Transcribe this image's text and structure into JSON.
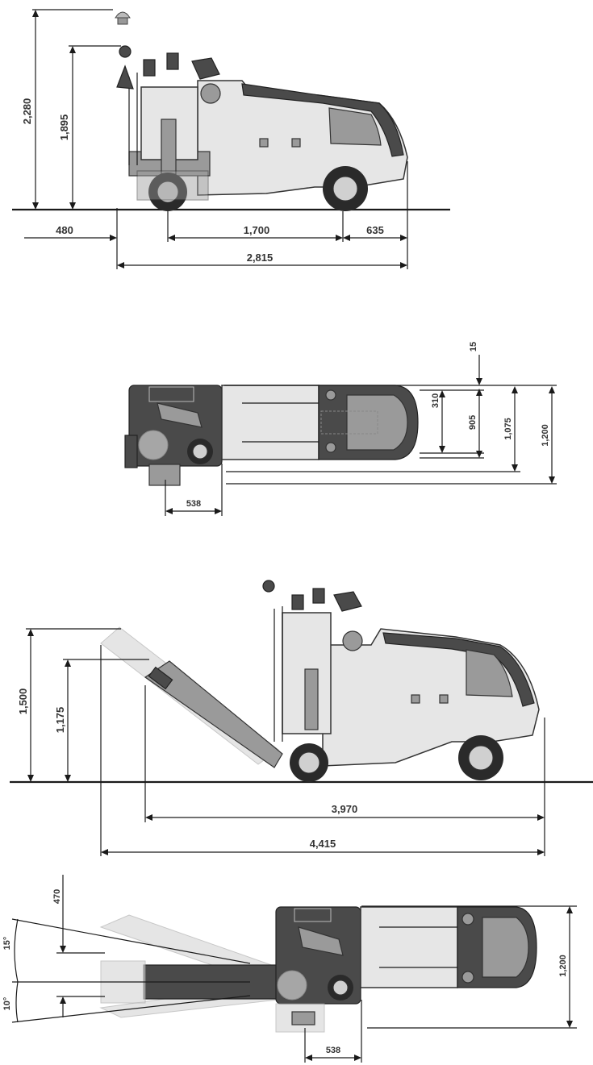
{
  "views": {
    "side_top": {
      "dims": {
        "beacon_height": "2,280",
        "cab_height": "1,895",
        "front_overhang": "480",
        "wheelbase": "1,700",
        "rear_overhang": "635",
        "overall_length": "2,815"
      }
    },
    "plan_top": {
      "dims": {
        "offset": "15",
        "width_a": "310",
        "width_b": "905",
        "width_c": "1,075",
        "width_d": "1,200",
        "drum_offset": "538"
      }
    },
    "side_conveyor": {
      "dims": {
        "discharge_high": "1,500",
        "discharge_low": "1,175",
        "length_short": "3,970",
        "length_long": "4,415"
      }
    },
    "plan_conveyor": {
      "dims": {
        "swing_spread": "470",
        "swing_up": "15°",
        "swing_down": "10°",
        "width": "1,200",
        "drum_offset": "538"
      }
    }
  }
}
